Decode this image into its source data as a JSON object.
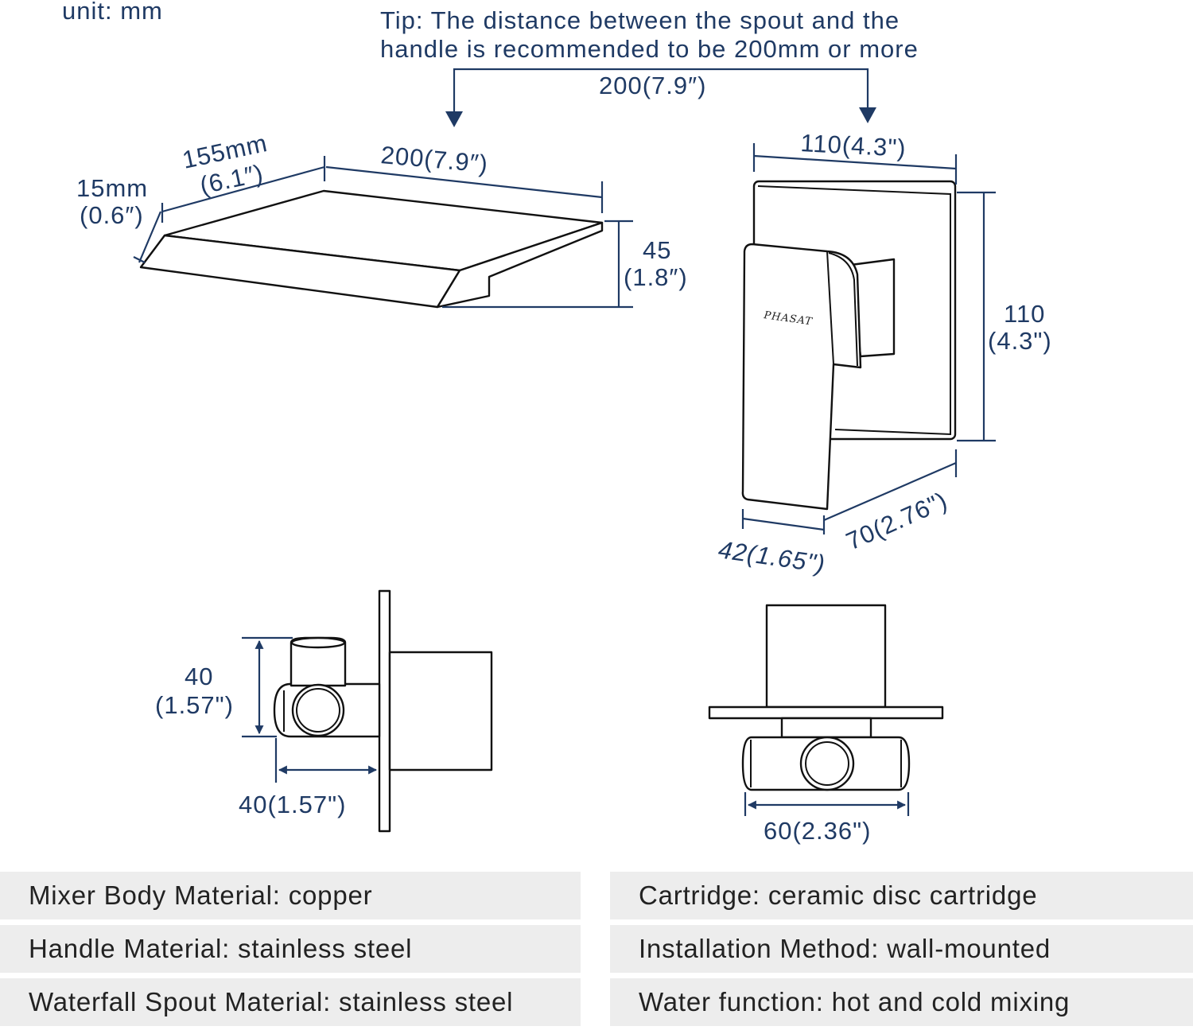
{
  "unit_label": "unit: mm",
  "tip": {
    "line1": "Tip: The distance between the spout and the",
    "line2": "handle is recommended to be 200mm or more",
    "distance_label": "200(7.9″)"
  },
  "spout": {
    "depth_mm": "155mm",
    "depth_in": "(6.1″)",
    "width": "200(7.9″)",
    "thick_mm": "15mm",
    "thick_in": "(0.6″)",
    "height_mm": "45",
    "height_in": "(1.8″)"
  },
  "handle": {
    "logo": "PHASAT",
    "plate_width": "110(4.3\")",
    "plate_height_mm": "110",
    "plate_height_in": "(4.3\")",
    "lever_width": "42(1.65\")",
    "depth": "70(2.76\")"
  },
  "valve_side": {
    "height_mm": "40",
    "height_in": "(1.57\")",
    "depth": "40(1.57\")"
  },
  "valve_front": {
    "width": "60(2.36\")"
  },
  "specs": {
    "left": [
      "Mixer Body Material: copper",
      "Handle Material: stainless steel",
      "Waterfall Spout Material: stainless steel"
    ],
    "right": [
      "Cartridge: ceramic disc cartridge",
      "Installation Method: wall-mounted",
      "Water function: hot and cold mixing"
    ]
  },
  "colors": {
    "dimension": "#1f3a64",
    "outline": "#111111",
    "panel": "#ededed"
  }
}
